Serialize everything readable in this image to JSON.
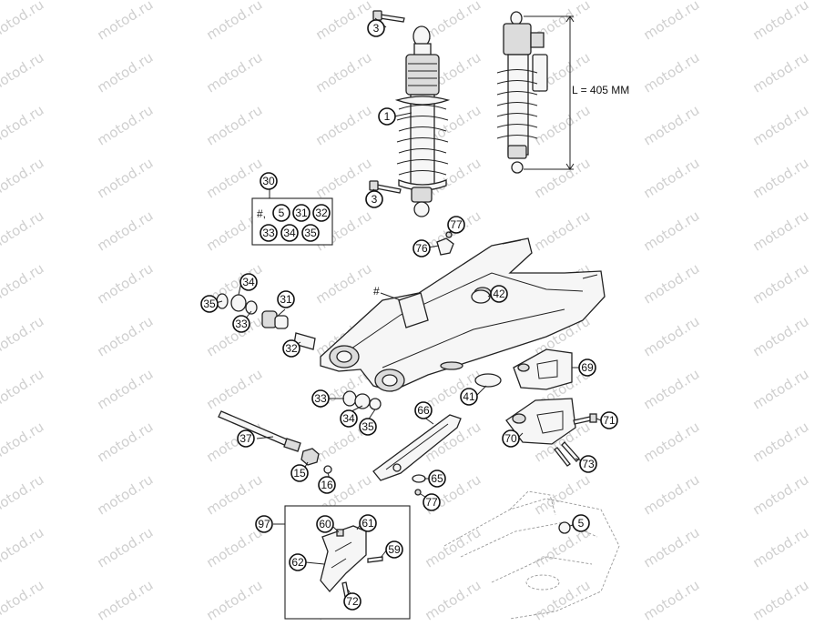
{
  "watermark": "motod.ru",
  "dimension_label": "L = 405 MM",
  "group_box_30": {
    "hash": "#,",
    "items": [
      "5",
      "31",
      "32",
      "33",
      "34",
      "35"
    ]
  },
  "group_box_97": {
    "label": "97",
    "items": [
      "60",
      "61",
      "62",
      "59",
      "72"
    ]
  },
  "hash_marker": "#",
  "callouts": {
    "c3a": "3",
    "c1": "1",
    "c3b": "3",
    "c30": "30",
    "c77a": "77",
    "c76": "76",
    "c34a": "34",
    "c35a": "35",
    "c33a": "33",
    "c31": "31",
    "c32": "32",
    "c42": "42",
    "c69": "69",
    "c41": "41",
    "c33b": "33",
    "c34b": "34",
    "c35b": "35",
    "c66": "66",
    "c71": "71",
    "c70": "70",
    "c73": "73",
    "c37": "37",
    "c15": "15",
    "c16": "16",
    "c65": "65",
    "c77b": "77",
    "c5": "5",
    "c97": "97",
    "c60": "60",
    "c61": "61",
    "c62": "62",
    "c59": "59",
    "c72": "72"
  }
}
